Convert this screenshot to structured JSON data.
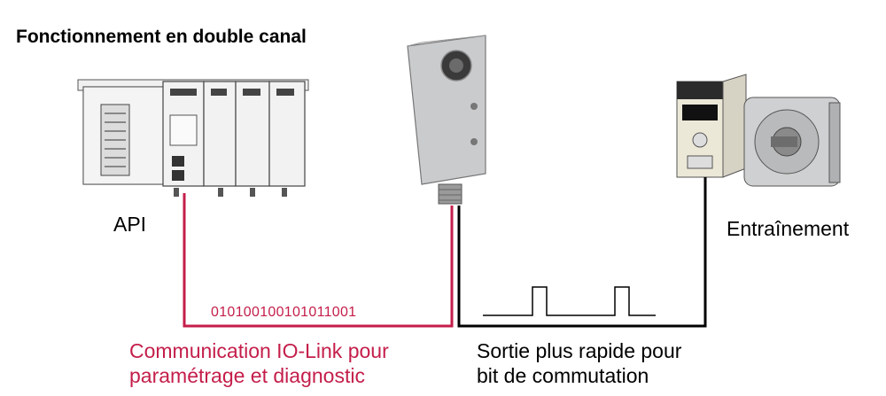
{
  "title": "Fonctionnement en double canal",
  "devices": {
    "plc_label": "API",
    "drive_label": "Entraînement"
  },
  "io_link": {
    "bit_pattern": "010100100101011001",
    "line1": "Communication IO-Link pour",
    "line2": "paramétrage et diagnostic",
    "color": "#c41e4a"
  },
  "switching_output": {
    "line1": "Sortie plus rapide pour",
    "line2": "bit de commutation",
    "color": "#000000"
  },
  "icons": [
    "plc-module-icon",
    "photoelectric-sensor-icon",
    "servo-drive-icon",
    "servo-motor-icon"
  ]
}
